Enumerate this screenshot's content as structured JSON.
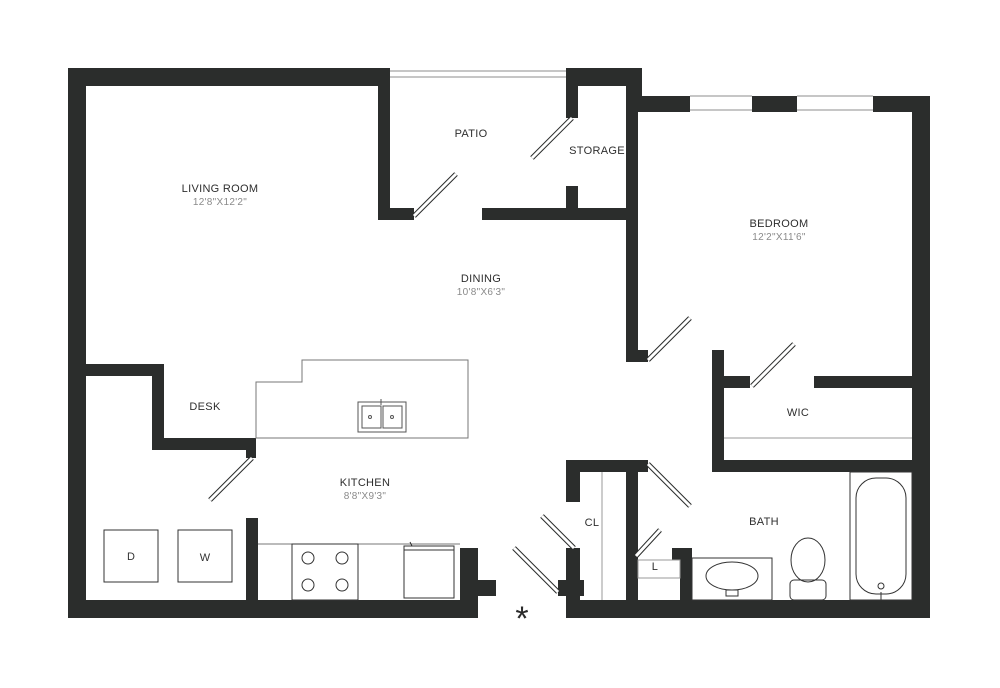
{
  "wall_color": "#2b2d2c",
  "rooms": {
    "living": {
      "name": "LIVING ROOM",
      "size": "12'8\"X12'2\""
    },
    "patio": {
      "name": "PATIO"
    },
    "storage": {
      "name": "STORAGE"
    },
    "bedroom": {
      "name": "BEDROOM",
      "size": "12'2\"X11'6\""
    },
    "dining": {
      "name": "DINING",
      "size": "10'8\"X6'3\""
    },
    "desk": {
      "name": "DESK"
    },
    "wic": {
      "name": "WIC"
    },
    "kitchen": {
      "name": "KITCHEN",
      "size": "8'8\"X9'3\""
    },
    "closet": {
      "name": "CL"
    },
    "bath": {
      "name": "BATH"
    },
    "linen": {
      "name": "L"
    }
  },
  "appliances": {
    "dryer": "D",
    "washer": "W"
  },
  "entry_marker": "*"
}
